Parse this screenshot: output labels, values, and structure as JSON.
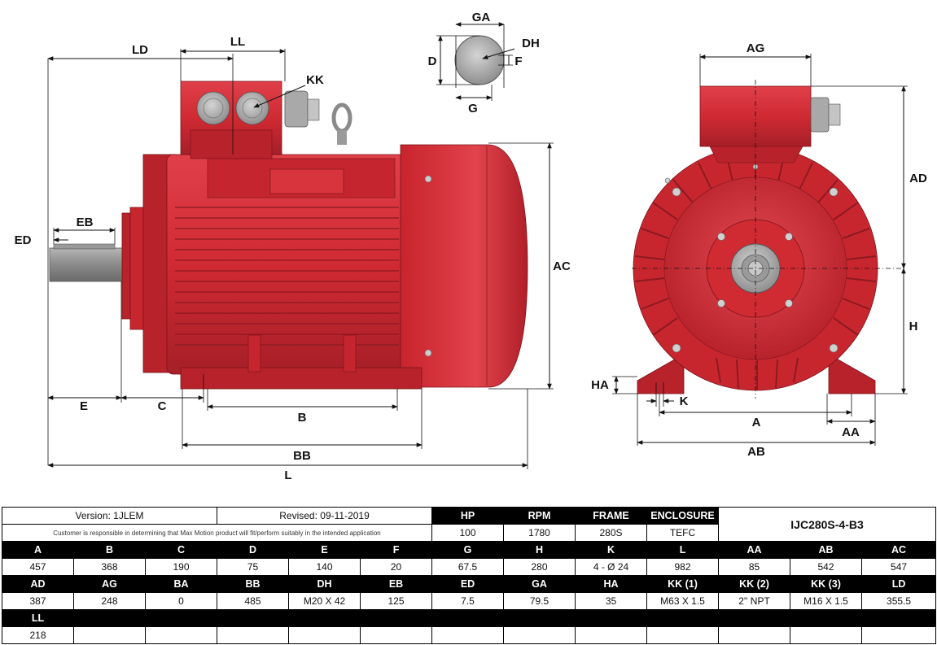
{
  "drawing": {
    "dim_labels": {
      "ld": "LD",
      "ll": "LL",
      "kk": "KK",
      "ga": "GA",
      "dh": "DH",
      "d": "D",
      "f": "F",
      "g": "G",
      "ag": "AG",
      "ad": "AD",
      "h": "H",
      "ac": "AC",
      "eb": "EB",
      "ed": "ED",
      "e": "E",
      "c": "C",
      "b": "B",
      "bb": "BB",
      "l": "L",
      "ha": "HA",
      "k": "K",
      "a": "A",
      "aa": "AA",
      "ab": "AB"
    },
    "colors": {
      "body": "#d02a33",
      "body_dark": "#9e1d24",
      "shaft": "#8d8d8d",
      "bolt": "#b8b8b8"
    }
  },
  "info": {
    "version": "Version: 1JLEM",
    "revised": "Revised: 09-11-2019",
    "disclaimer": "Customer is responsible in determining that Max Motion product will fit/perform suitably in the intended application",
    "model": "IJC280S-4-B3",
    "headers": [
      "HP",
      "RPM",
      "FRAME",
      "ENCLOSURE"
    ],
    "values": [
      "100",
      "1780",
      "280S",
      "TEFC"
    ]
  },
  "dimensions": {
    "row1_labels": [
      "A",
      "B",
      "C",
      "D",
      "E",
      "F",
      "G",
      "H",
      "K",
      "L",
      "AA",
      "AB",
      "AC"
    ],
    "row1_values": [
      "457",
      "368",
      "190",
      "75",
      "140",
      "20",
      "67.5",
      "280",
      "4 - Ø 24",
      "982",
      "85",
      "542",
      "547"
    ],
    "row2_labels": [
      "AD",
      "AG",
      "BA",
      "BB",
      "DH",
      "EB",
      "ED",
      "GA",
      "HA",
      "KK (1)",
      "KK (2)",
      "KK (3)",
      "LD"
    ],
    "row2_values": [
      "387",
      "248",
      "0",
      "485",
      "M20 X 42",
      "125",
      "7.5",
      "79.5",
      "35",
      "M63 X 1.5",
      "2'' NPT",
      "M16 X 1.5",
      "355.5"
    ],
    "row3_labels": [
      "LL"
    ],
    "row3_values": [
      "218"
    ]
  }
}
